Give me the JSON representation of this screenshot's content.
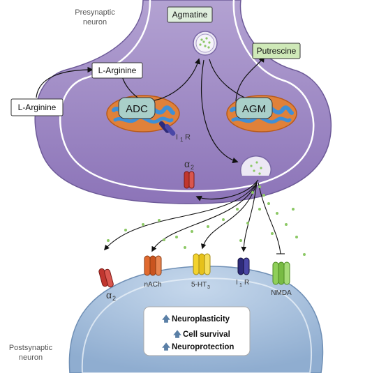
{
  "neurons": {
    "presynaptic_line1": "Presynaptic",
    "presynaptic_line2": "neuron",
    "postsynaptic_line1": "Postsynaptic",
    "postsynaptic_line2": "neuron"
  },
  "metabolites": {
    "agmatine": "Agmatine",
    "l_arginine_inner": "L-Arginine",
    "l_arginine_outer": "L-Arginine",
    "putrescine": "Putrescine"
  },
  "enzymes": {
    "adc": "ADC",
    "agm": "AGM"
  },
  "receptors": {
    "i1r_pre": "I",
    "i1r_pre_sub": "1",
    "i1r_pre_r": "R",
    "alpha2_pre": "α",
    "alpha2_pre_sub": "2",
    "alpha2_post": "α",
    "alpha2_post_sub": "2",
    "nach": "nACh",
    "ht3": "5-HT",
    "ht3_sub": "3",
    "i1r_post": "I",
    "i1r_post_sub": "1",
    "i1r_post_r": "R",
    "nmda": "NMDA"
  },
  "effects": [
    {
      "arrow": "🡅",
      "label": "Neuroplasticity"
    },
    {
      "arrow": "🡅",
      "label": "Cell survival"
    },
    {
      "arrow": "🡅",
      "label": "Neuroprotection"
    }
  ],
  "colors": {
    "presynaptic": "#9b86c2",
    "postsynaptic": "#a9c3df",
    "vesicle": "#e9e5f2",
    "dots": "#8cc865",
    "agmatine_box": "#dfeedd",
    "putrescine_box": "#cfe9b8",
    "enzyme": "#a9cfc9",
    "mito_outer": "#e0813a",
    "mito_inner": "#3f8fd6",
    "alpha2_receptor": "#c0362f",
    "nach_receptor": "#e06a2f",
    "ht3_receptor": "#f2d22e",
    "i1_receptor": "#2e2b7a",
    "nmda_receptor": "#8fcf5a"
  }
}
